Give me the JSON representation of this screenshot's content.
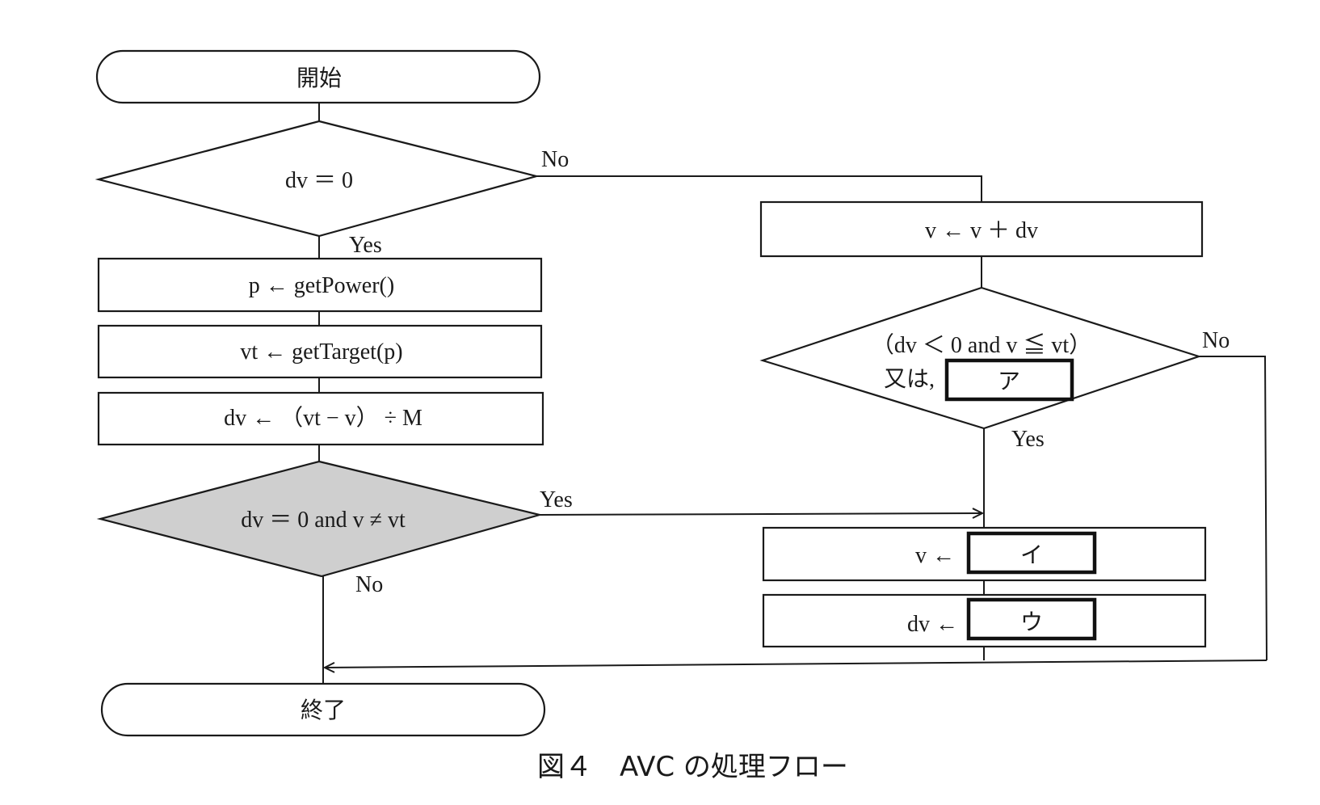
{
  "figure": {
    "caption": "図４　AVC の処理フロー",
    "colors": {
      "decision_highlight": "#cfcfcf",
      "line": "#1a1a1a"
    }
  },
  "nodes": {
    "start": "開始",
    "decision_dv_zero": "dv ＝ 0",
    "get_power": "p ← getPower()",
    "get_target": "vt ← getTarget(p)",
    "calc_dv": "dv ← （vt − v） ÷ M",
    "decision_adjust": "dv ＝ 0 and v ≠ vt",
    "update_v": "v ← v ＋ dv",
    "decision_reach_line1": "（dv ＜ 0 and v ≦ vt）",
    "decision_reach_line2_prefix": "又は,",
    "blank_a": "ア",
    "assign_v_prefix": "v ←",
    "blank_i": "イ",
    "assign_dv_prefix": "dv ←",
    "blank_u": "ウ",
    "end": "終了"
  },
  "edge_labels": {
    "dv_zero_no": "No",
    "dv_zero_yes": "Yes",
    "adjust_yes": "Yes",
    "adjust_no": "No",
    "reach_no": "No",
    "reach_yes": "Yes"
  }
}
